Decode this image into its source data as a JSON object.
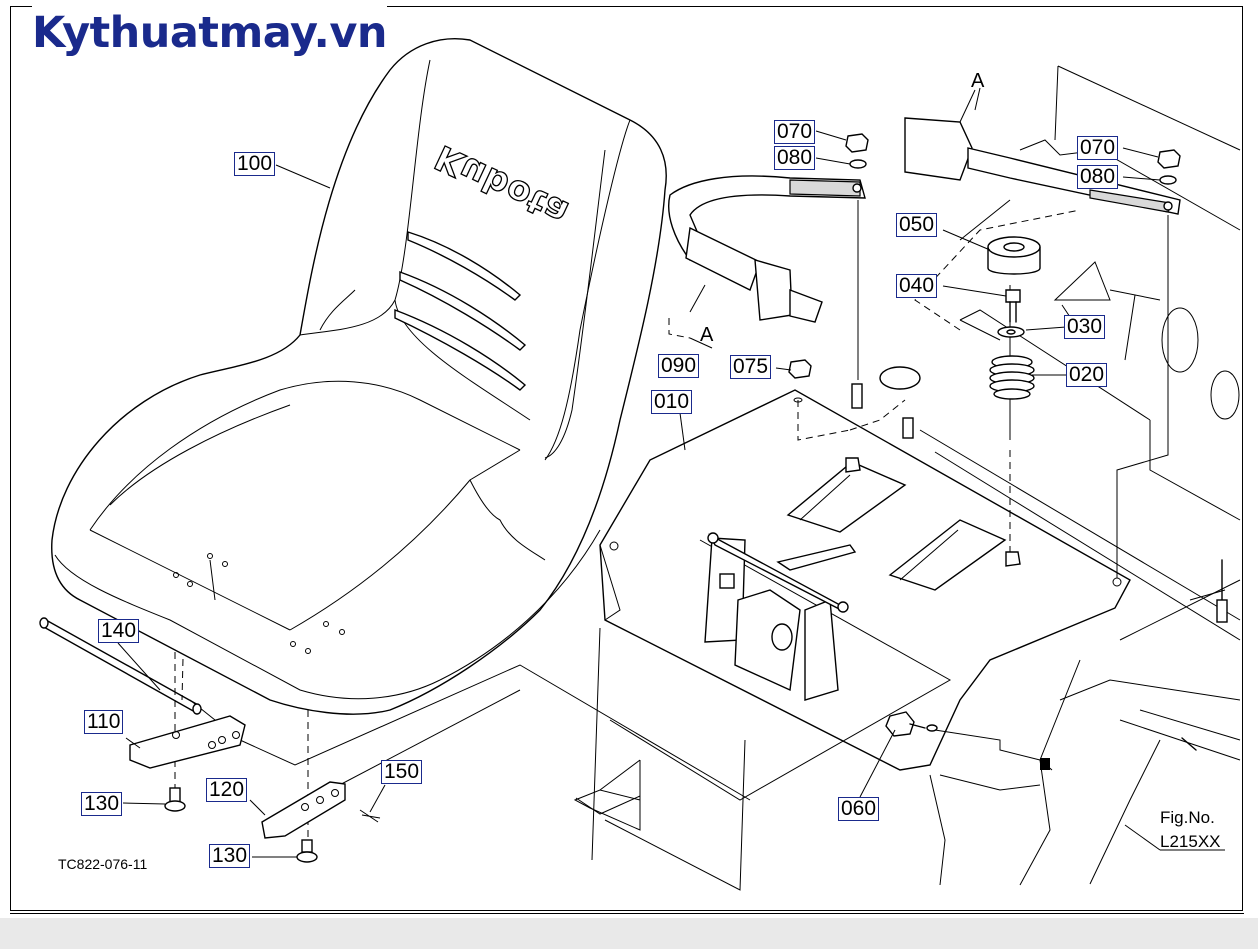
{
  "site_brand": "Kythuatmay.vn",
  "seat_logo": "Kubota",
  "drawing_code": "TC822-076-11",
  "figure": {
    "label": "Fig.No.",
    "code": "L215XX"
  },
  "belt_markers": {
    "left": "A",
    "right": "A"
  },
  "parts": [
    {
      "id": "100",
      "name": "seat"
    },
    {
      "id": "070",
      "name": "nut (left belt anchor)"
    },
    {
      "id": "080",
      "name": "washer (left belt anchor)"
    },
    {
      "id": "070",
      "name": "nut (right belt anchor)"
    },
    {
      "id": "080",
      "name": "washer (right belt anchor)"
    },
    {
      "id": "050",
      "name": "rubber cushion"
    },
    {
      "id": "040",
      "name": "bolt"
    },
    {
      "id": "030",
      "name": "washer"
    },
    {
      "id": "020",
      "name": "spring"
    },
    {
      "id": "090",
      "name": "seat belt"
    },
    {
      "id": "075",
      "name": "nut"
    },
    {
      "id": "010",
      "name": "seat plate"
    },
    {
      "id": "140",
      "name": "pin"
    },
    {
      "id": "110",
      "name": "bracket"
    },
    {
      "id": "130",
      "name": "bolt (left)"
    },
    {
      "id": "120",
      "name": "bracket"
    },
    {
      "id": "150",
      "name": "cotter pin"
    },
    {
      "id": "130",
      "name": "bolt (right)"
    },
    {
      "id": "060",
      "name": "bolt"
    }
  ],
  "colors": {
    "brand": "#1a2a8c",
    "callout_border": "#1a2a8c",
    "line": "#000000",
    "background": "#ffffff"
  }
}
